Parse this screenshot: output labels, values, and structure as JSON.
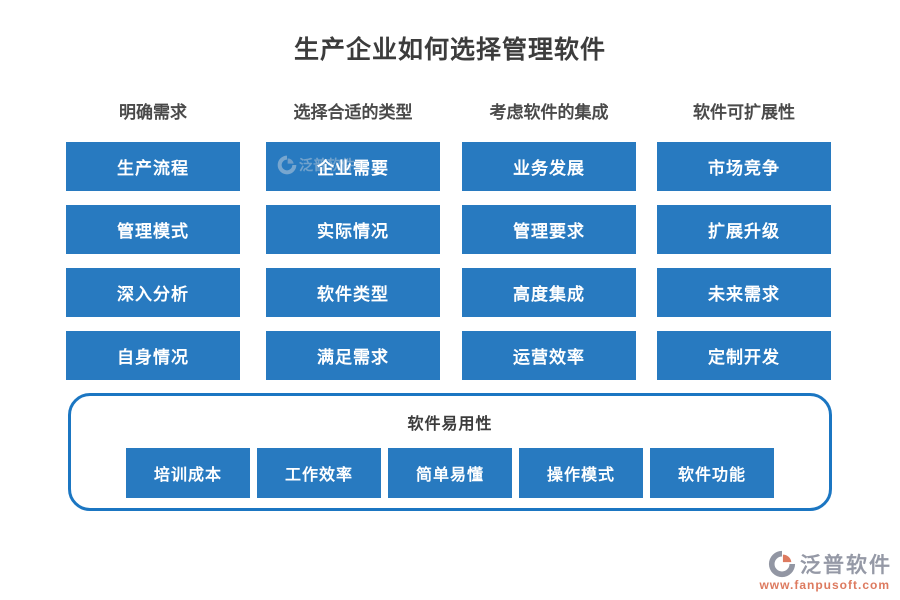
{
  "title": "生产企业如何选择管理软件",
  "columns": [
    {
      "header": "明确需求",
      "items": [
        "生产流程",
        "管理模式",
        "深入分析",
        "自身情况"
      ]
    },
    {
      "header": "选择合适的类型",
      "items": [
        "企业需要",
        "实际情况",
        "软件类型",
        "满足需求"
      ]
    },
    {
      "header": "考虑软件的集成",
      "items": [
        "业务发展",
        "管理要求",
        "高度集成",
        "运营效率"
      ]
    },
    {
      "header": "软件可扩展性",
      "items": [
        "市场竞争",
        "扩展升级",
        "未来需求",
        "定制开发"
      ]
    }
  ],
  "bottom_section": {
    "title": "软件易用性",
    "items": [
      "培训成本",
      "工作效率",
      "简单易懂",
      "操作模式",
      "软件功能"
    ]
  },
  "watermark": {
    "brand": "泛普软件"
  },
  "footer": {
    "brand": "泛普软件",
    "url": "www.fanpusoft.com"
  },
  "colors": {
    "node_blue": "#287AC0",
    "border_blue": "#1B76C2",
    "title_dark": "#3C3C3C",
    "heading_gray": "#4A4A4A",
    "footer_gray": "#9599A6",
    "footer_salmon": "#DD7A5F"
  }
}
